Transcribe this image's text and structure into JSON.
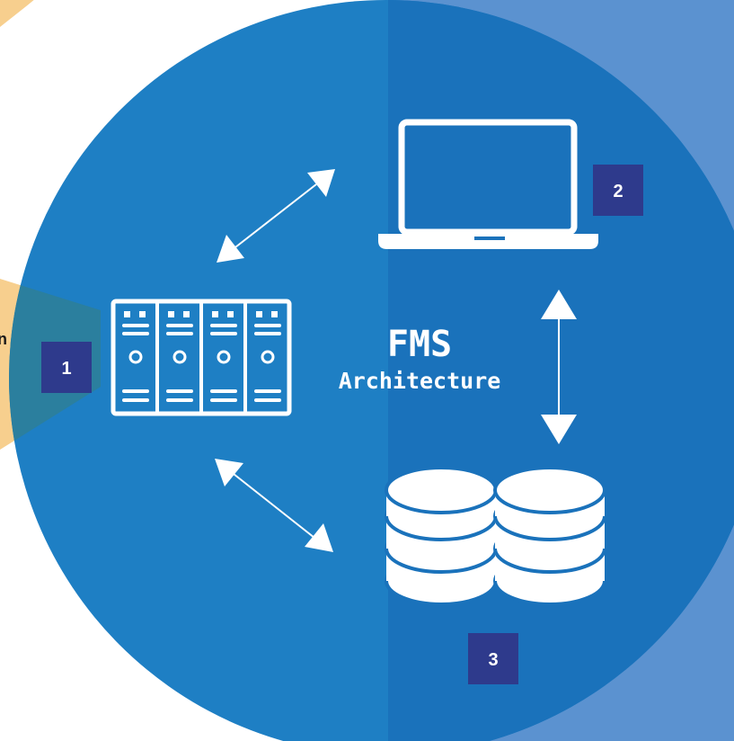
{
  "title": {
    "main": "FMS",
    "sub": "Architecture"
  },
  "nodes": [
    {
      "id": "servers",
      "icon": "server-rack-icon",
      "badge": "1"
    },
    {
      "id": "laptop",
      "icon": "laptop-icon",
      "badge": "2"
    },
    {
      "id": "databases",
      "icon": "database-icon",
      "badge": "3"
    }
  ],
  "cropped_left_text": "n",
  "colors": {
    "circle": "#1e7fc4",
    "circle_right_half": "#1a72bb",
    "panel": "#5b92d0",
    "badge": "#2e3a8c",
    "beam": "#f7cf8e",
    "beam_overlap": "#2b7f9e",
    "icon": "#ffffff"
  }
}
